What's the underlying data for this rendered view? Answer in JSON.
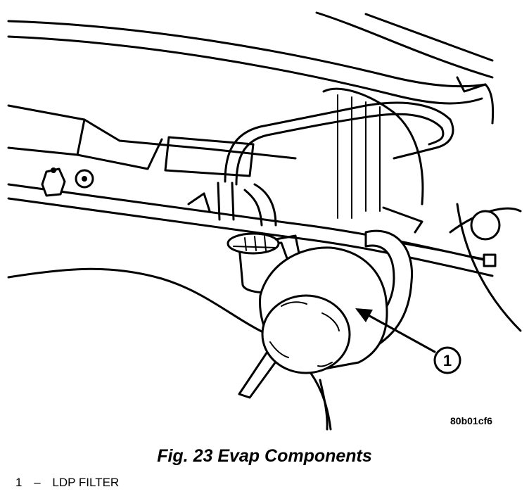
{
  "figure": {
    "code": "80b01cf6",
    "caption": "Fig. 23 Evap Components",
    "callout_number": "1"
  },
  "legend": {
    "items": [
      {
        "number": "1",
        "separator": "–",
        "label": "LDP FILTER"
      }
    ]
  }
}
